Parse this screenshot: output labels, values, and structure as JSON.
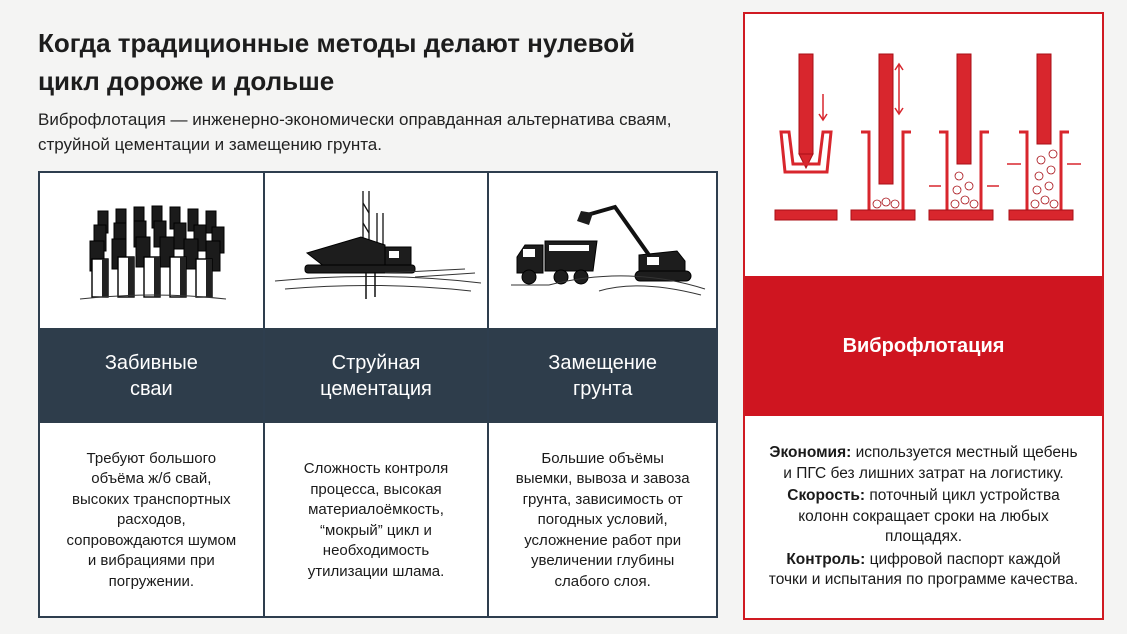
{
  "header": {
    "title": "Когда традиционные методы делают нулевой цикл дороже и дольше",
    "subtitle": "Виброфлотация — инженерно-экономически оправданная альтернатива сваям, струйной цементации и замещению грунта."
  },
  "methods": [
    {
      "icon": "piles-illustration",
      "name": "Забивные сваи",
      "description": "Требуют большого\nобъёма ж/б свай,\nвысоких транспортных\nрасходов,\nсопровождаются шумом\nи вибрациями при\nпогружении."
    },
    {
      "icon": "jet-grouting-rig-illustration",
      "name": "Струйная цементация",
      "description": "Сложность контроля\nпроцесса, высокая\nматериалоёмкость,\n“мокрый” цикл и\nнеобходимость\nутилизации шлама."
    },
    {
      "icon": "excavator-truck-illustration",
      "name": "Замещение грунта",
      "description": "Большие объёмы\nвыемки, вывоза и завоза\nгрунта, зависимость от\nпогодных условий,\nусложнение работ при\nувеличении глубины\nслабого слоя."
    }
  ],
  "featured": {
    "icon": "vibroflotation-steps-illustration",
    "name": "Виброфлотация",
    "benefits": [
      {
        "label": "Экономия:",
        "text": " используется местный щебень и ПГС без лишних затрат на логистику."
      },
      {
        "label": "Скорость:",
        "text": " поточный цикл устройства колонн сокращает сроки на любых площадях."
      },
      {
        "label": "Контроль:",
        "text": " цифровой паспорт каждой точки и испытания по программе качества."
      }
    ]
  },
  "colors": {
    "navy": "#2e3d4b",
    "accent_red": "#cf1520"
  }
}
